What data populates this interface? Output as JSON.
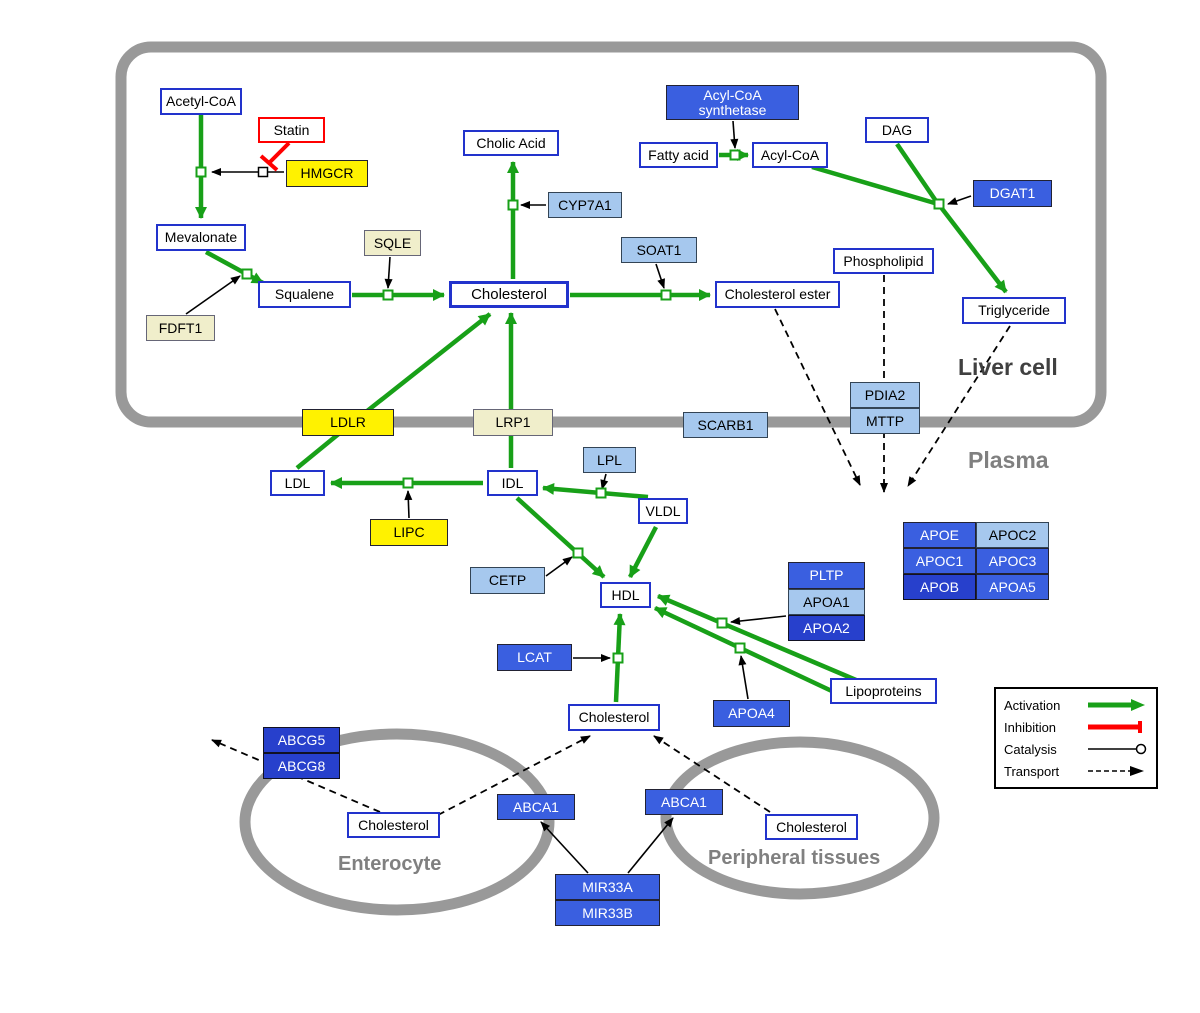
{
  "nodes": {
    "acetyl_coa": "Acetyl-CoA",
    "statin": "Statin",
    "hmgcr": "HMGCR",
    "mevalonate": "Mevalonate",
    "fdft1": "FDFT1",
    "squalene": "Squalene",
    "sqle": "SQLE",
    "cholesterol_liver": "Cholesterol",
    "cholic_acid": "Cholic Acid",
    "cyp7a1": "CYP7A1",
    "soat1": "SOAT1",
    "cholesterol_ester": "Cholesterol ester",
    "acyl_coa_synthetase": "Acyl-CoA synthetase",
    "fatty_acid": "Fatty acid",
    "acyl_coa": "Acyl-CoA",
    "dag": "DAG",
    "dgat1": "DGAT1",
    "phospholipid": "Phospholipid",
    "triglyceride": "Triglyceride",
    "pdia2": "PDIA2",
    "mttp": "MTTP",
    "ldlr": "LDLR",
    "lrp1": "LRP1",
    "scarb1": "SCARB1",
    "ldl": "LDL",
    "idl": "IDL",
    "lpl": "LPL",
    "vldl": "VLDL",
    "lipc": "LIPC",
    "cetp": "CETP",
    "hdl": "HDL",
    "pltp": "PLTP",
    "apoa1": "APOA1",
    "apoa2": "APOA2",
    "lcat": "LCAT",
    "apoa4": "APOA4",
    "lipoproteins": "Lipoproteins",
    "cholesterol_plasma": "Cholesterol",
    "apoe": "APOE",
    "apoc2": "APOC2",
    "apoc1": "APOC1",
    "apoc3": "APOC3",
    "apob": "APOB",
    "apoa5": "APOA5",
    "abcg5": "ABCG5",
    "abcg8": "ABCG8",
    "cholesterol_enterocyte": "Cholesterol",
    "abca1_enterocyte": "ABCA1",
    "abca1_peripheral": "ABCA1",
    "cholesterol_peripheral": "Cholesterol",
    "mir33a": "MIR33A",
    "mir33b": "MIR33B"
  },
  "compartments": {
    "liver_cell": "Liver cell",
    "plasma": "Plasma",
    "enterocyte": "Enterocyte",
    "peripheral_tissues": "Peripheral tissues"
  },
  "legend": {
    "activation": "Activation",
    "inhibition": "Inhibition",
    "catalysis": "Catalysis",
    "transport": "Transport"
  },
  "colors": {
    "activation_green": "#18a018",
    "inhibition_red": "#ff0000",
    "membrane_gray": "#999999",
    "metabolite_border_blue": "#2233cc",
    "gene_yellow": "#fff200",
    "gene_pale_yellow": "#f0eecb",
    "gene_light_blue": "#a6c8ee",
    "gene_blue": "#3a5fe0",
    "gene_dark_blue": "#2740cc"
  }
}
